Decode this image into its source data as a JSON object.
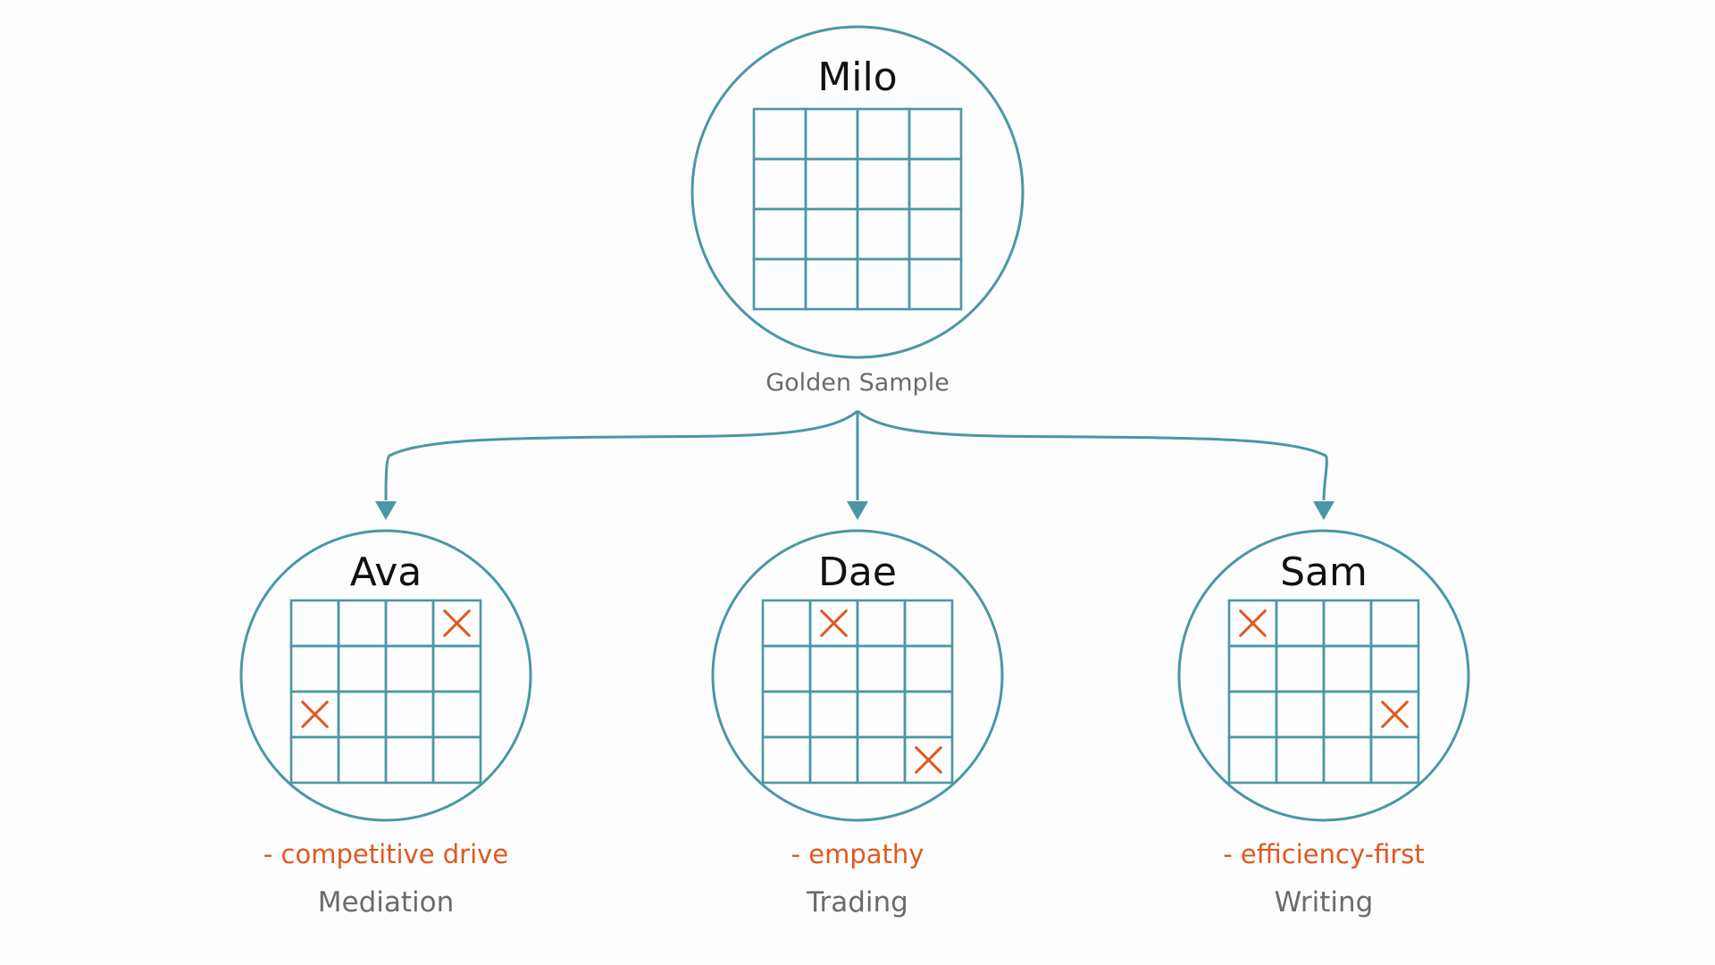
{
  "colors": {
    "teal": "#4a97a6",
    "orange": "#e0581f",
    "background": "#fdfdfd"
  },
  "root": {
    "name": "Milo",
    "caption": "Golden Sample",
    "grid": {
      "rows": 4,
      "cols": 4,
      "marked_cells": []
    }
  },
  "children": [
    {
      "name": "Ava",
      "trait": "- competitive drive",
      "label": "Mediation",
      "grid": {
        "rows": 4,
        "cols": 4,
        "marked_cells": [
          [
            0,
            3
          ],
          [
            2,
            0
          ]
        ]
      }
    },
    {
      "name": "Dae",
      "trait": "- empathy",
      "label": "Trading",
      "grid": {
        "rows": 4,
        "cols": 4,
        "marked_cells": [
          [
            0,
            1
          ],
          [
            3,
            3
          ]
        ]
      }
    },
    {
      "name": "Sam",
      "trait": "- efficiency-first",
      "label": "Writing",
      "grid": {
        "rows": 4,
        "cols": 4,
        "marked_cells": [
          [
            0,
            0
          ],
          [
            2,
            3
          ]
        ]
      }
    }
  ]
}
